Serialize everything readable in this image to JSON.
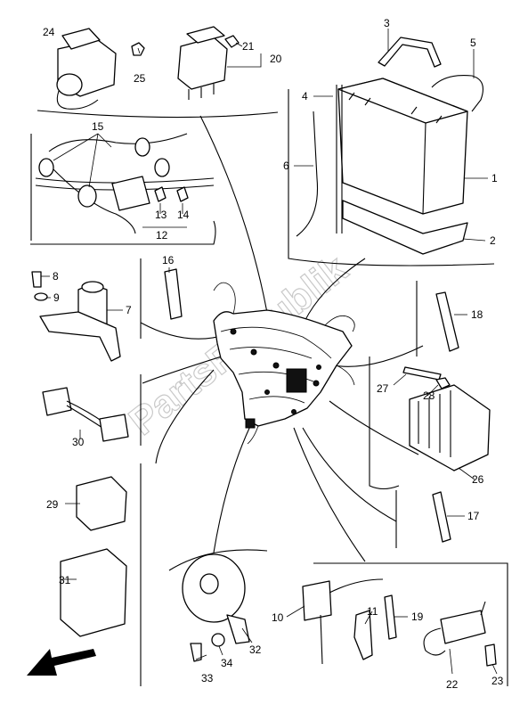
{
  "watermark": "PartsRepublik",
  "callouts": {
    "c1": "1",
    "c2": "2",
    "c3": "3",
    "c4": "4",
    "c5": "5",
    "c6": "6",
    "c7": "7",
    "c8": "8",
    "c9": "9",
    "c10": "10",
    "c11": "11",
    "c12": "12",
    "c13": "13",
    "c14": "14",
    "c15": "15",
    "c16": "16",
    "c17": "17",
    "c18": "18",
    "c19": "19",
    "c20": "20",
    "c21": "21",
    "c22": "22",
    "c23": "23",
    "c24": "24",
    "c25": "25",
    "c26": "26",
    "c27": "27",
    "c28": "28",
    "c29": "29",
    "c30": "30",
    "c31": "31",
    "c32": "32",
    "c33": "33",
    "c34": "34"
  },
  "icons": {
    "front_arrow": "arrow-down-left-icon"
  }
}
